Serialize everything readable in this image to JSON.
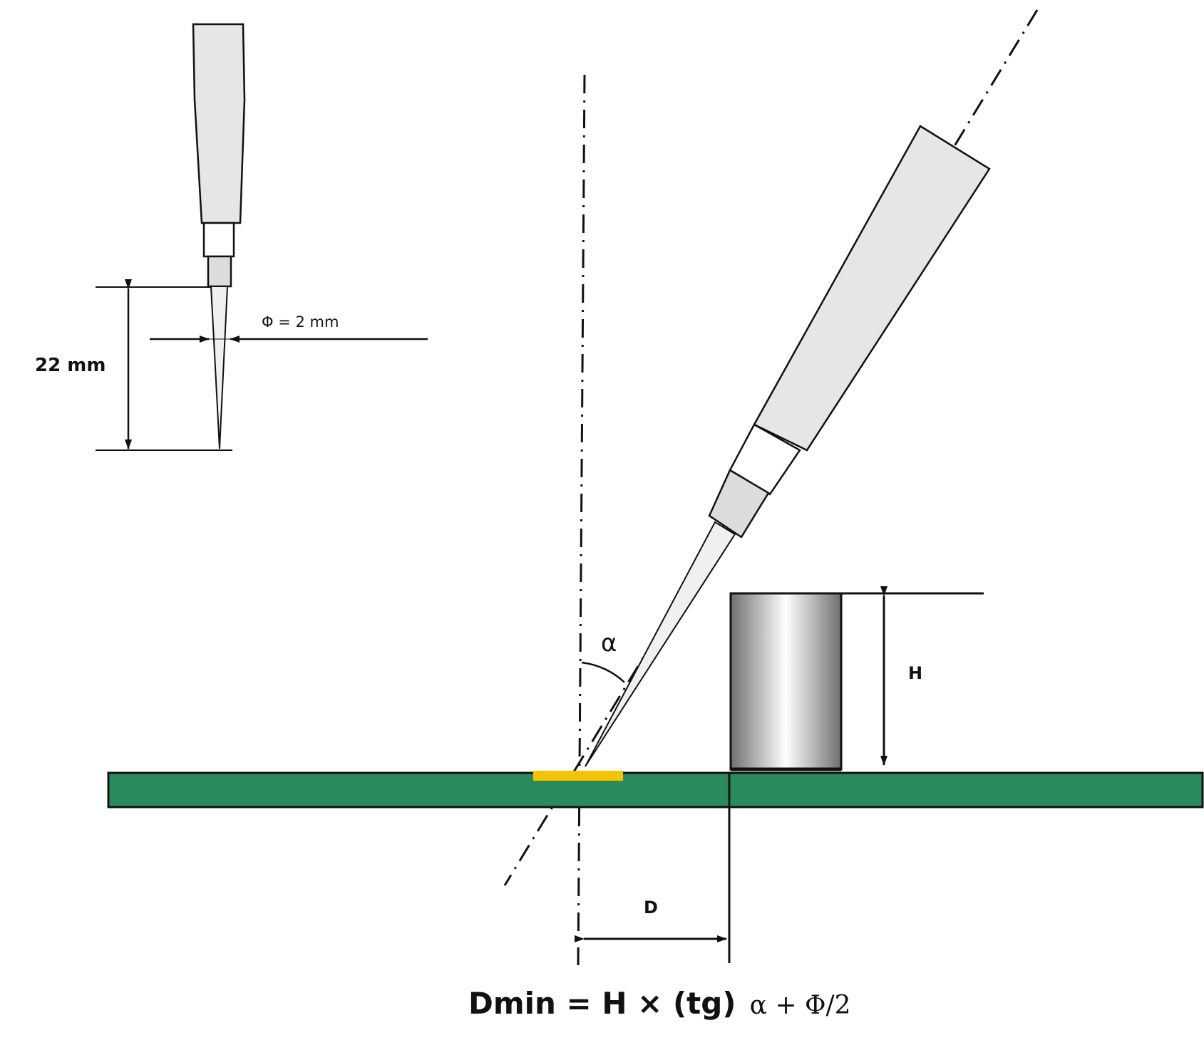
{
  "labels": {
    "probe_length": "22 mm",
    "probe_diameter": "Φ = 2 mm",
    "angle": "α",
    "height": "H",
    "distance": "D"
  },
  "formula": {
    "main": "Dmin = H × (tg)",
    "tail": "α + Φ/2"
  },
  "colors": {
    "pcb_board": "#2a8a5c",
    "solder_pad": "#f5c400",
    "probe_fill": "#e6e6e6",
    "component_edge": "#7a7a7a",
    "component_highlight": "#ffffff",
    "line": "#111111"
  }
}
